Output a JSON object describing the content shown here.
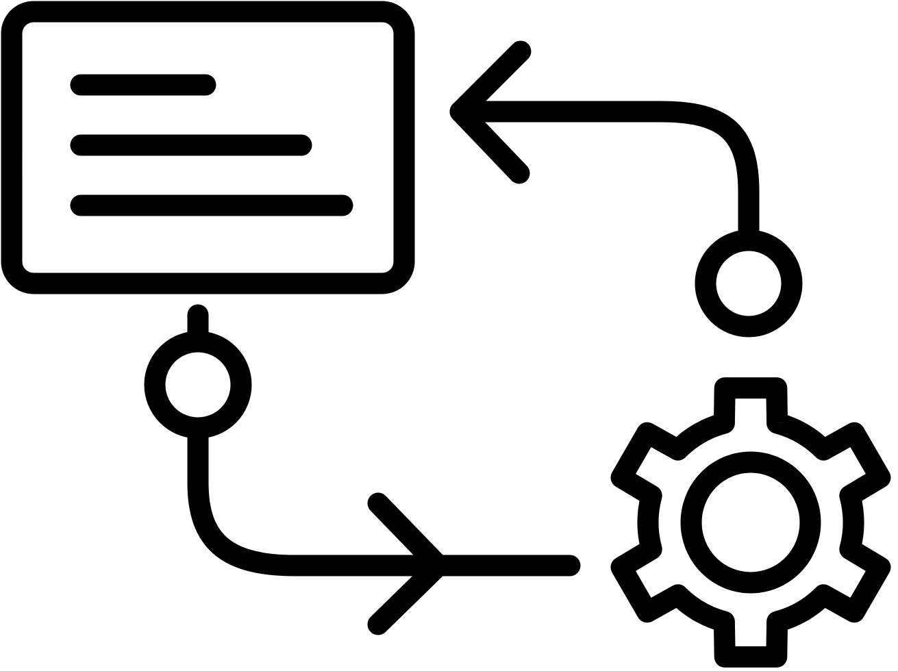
{
  "icon": {
    "name": "workflow-process-icon",
    "description_elements": [
      "document-card",
      "return-arrow",
      "gear",
      "forward-arrow",
      "connector-nodes"
    ],
    "colors": {
      "stroke": "#000000",
      "background": "#ffffff"
    }
  }
}
